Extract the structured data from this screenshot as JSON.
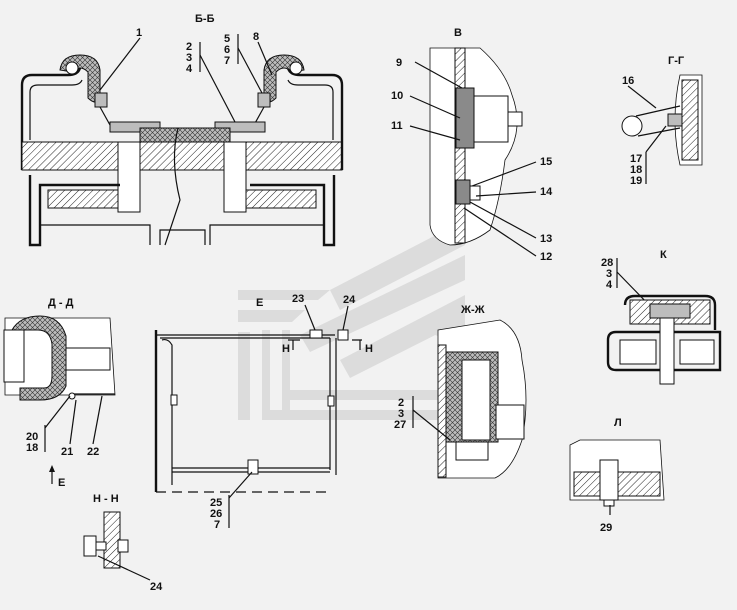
{
  "sections": {
    "bb": {
      "title": "Б-Б",
      "callouts": [
        "1",
        "2",
        "3",
        "4",
        "5",
        "6",
        "7",
        "8"
      ]
    },
    "v": {
      "title": "В",
      "callouts": [
        "9",
        "10",
        "11",
        "15",
        "14",
        "13",
        "12"
      ]
    },
    "gg": {
      "title": "Г-Г",
      "callouts": [
        "16",
        "17",
        "18",
        "19"
      ]
    },
    "k": {
      "title": "К",
      "callouts": [
        "28",
        "3",
        "4"
      ]
    },
    "dd": {
      "title": "Д - Д",
      "callouts": [
        "20",
        "18",
        "21",
        "22"
      ],
      "view_mark": "Е"
    },
    "e": {
      "title": "Е",
      "callouts": [
        "23",
        "24",
        "25",
        "26",
        "7"
      ],
      "cut_marks": [
        "Н",
        "Н"
      ]
    },
    "zhzh": {
      "title": "Ж-Ж",
      "callouts": [
        "2",
        "3",
        "27"
      ]
    },
    "l": {
      "title": "Л",
      "callouts": [
        "29"
      ]
    },
    "nn": {
      "title": "Н - Н",
      "callouts": [
        "24"
      ]
    }
  },
  "watermark": {
    "color": "#dcdcdc"
  }
}
